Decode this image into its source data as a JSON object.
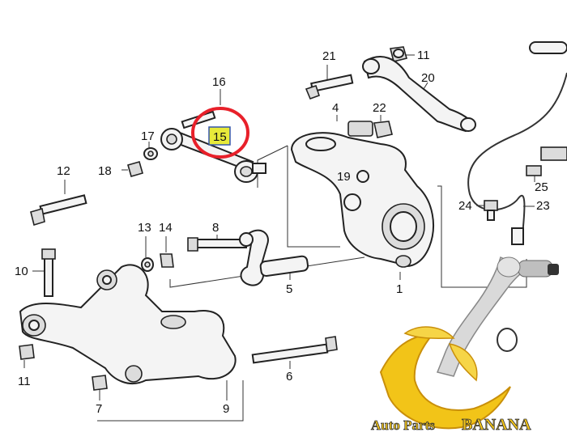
{
  "diagram": {
    "callouts": [
      {
        "id": "21",
        "label": "21"
      },
      {
        "id": "11-top",
        "label": "11"
      },
      {
        "id": "20",
        "label": "20"
      },
      {
        "id": "16",
        "label": "16"
      },
      {
        "id": "15",
        "label": "15"
      },
      {
        "id": "4",
        "label": "4"
      },
      {
        "id": "22",
        "label": "22"
      },
      {
        "id": "17",
        "label": "17"
      },
      {
        "id": "18",
        "label": "18"
      },
      {
        "id": "12",
        "label": "12"
      },
      {
        "id": "19",
        "label": "19"
      },
      {
        "id": "25",
        "label": "25"
      },
      {
        "id": "24",
        "label": "24"
      },
      {
        "id": "23",
        "label": "23"
      },
      {
        "id": "13",
        "label": "13"
      },
      {
        "id": "14",
        "label": "14"
      },
      {
        "id": "8",
        "label": "8"
      },
      {
        "id": "10",
        "label": "10"
      },
      {
        "id": "5",
        "label": "5"
      },
      {
        "id": "1",
        "label": "1"
      },
      {
        "id": "11-bottom",
        "label": "11"
      },
      {
        "id": "6",
        "label": "6"
      },
      {
        "id": "7",
        "label": "7"
      },
      {
        "id": "9",
        "label": "9"
      }
    ],
    "highlight": {
      "part": "15",
      "circle_color": "#e8202a",
      "box_color": "#e7ea3a"
    },
    "watermark": {
      "text_small": "Auto Parts",
      "text_large": "BANANA",
      "brand_color": "#f2c418"
    }
  }
}
